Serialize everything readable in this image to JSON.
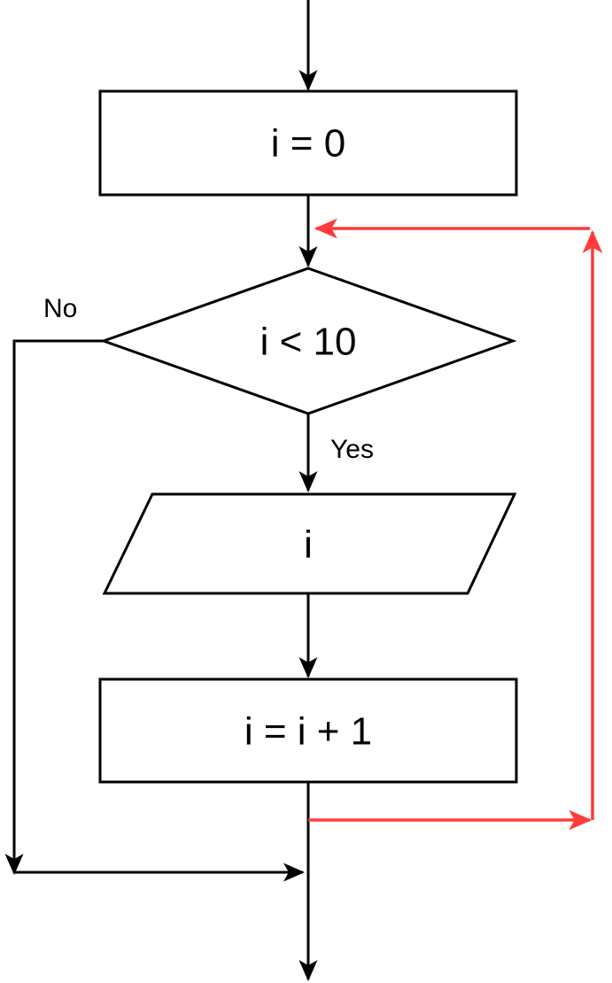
{
  "diagram": {
    "type": "flowchart",
    "background": "#ffffff",
    "colors": {
      "stroke": "#000000",
      "loop_stroke": "#ff3b3b",
      "shape_fill": "#ffffff",
      "text": "#000000"
    },
    "nodes": {
      "init": {
        "shape": "rectangle",
        "label": "i = 0"
      },
      "condition": {
        "shape": "diamond",
        "label": "i < 10"
      },
      "output": {
        "shape": "parallelogram",
        "label": "i"
      },
      "increment": {
        "shape": "rectangle",
        "label": "i = i + 1"
      }
    },
    "edge_labels": {
      "no": "No",
      "yes": "Yes"
    }
  }
}
